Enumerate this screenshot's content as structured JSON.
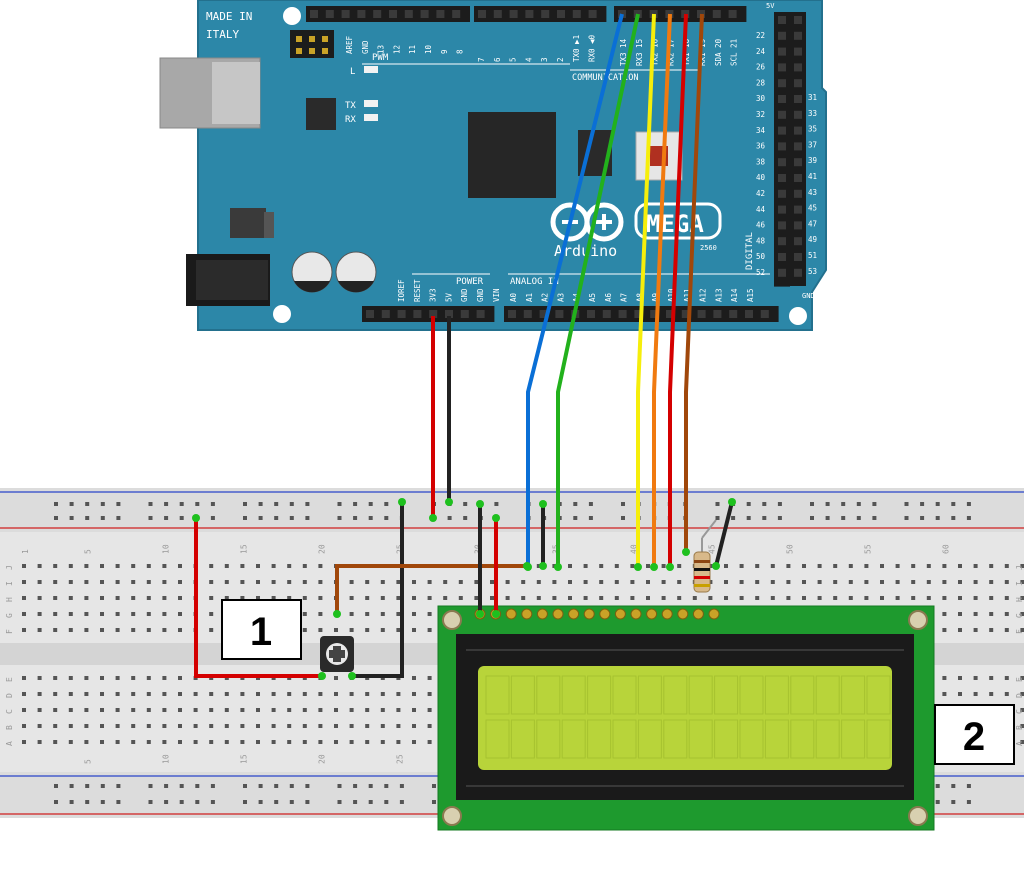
{
  "board": {
    "made_in": [
      "MADE IN",
      "ITALY"
    ],
    "brand": "Arduino",
    "model": "MEGA",
    "model_number": "2560",
    "top_pin_labels": [
      "AREF",
      "GND",
      "13",
      "12",
      "11",
      "10",
      "9",
      "8"
    ],
    "top_pin_labels2": [
      "7",
      "6",
      "5",
      "4",
      "3",
      "2",
      "TX0 ▶1",
      "RX0 ◀0"
    ],
    "comm_pin_labels": [
      "TX3 14",
      "RX3 15",
      "TX2 16",
      "RX2 17",
      "TX1 18",
      "RX1 19",
      "SDA 20",
      "SCL 21"
    ],
    "pwm_label": "PWM",
    "communication_label": "COMMUNICATION",
    "led_labels": [
      "L",
      "TX",
      "RX"
    ],
    "power_label": "POWER",
    "power_pin_labels": [
      "IOREF",
      "RESET",
      "3V3",
      "5V",
      "GND",
      "GND",
      "VIN"
    ],
    "analog_label": "ANALOG IN",
    "analog_pin_labels": [
      "A0",
      "A1",
      "A2",
      "A3",
      "A4",
      "A5",
      "A6",
      "A7",
      "A8",
      "A9",
      "A10",
      "A11",
      "A12",
      "A13",
      "A14",
      "A15"
    ],
    "digital_label": "DIGITAL",
    "digital_left": [
      "22",
      "24",
      "26",
      "28",
      "30",
      "32",
      "34",
      "36",
      "38",
      "40",
      "42",
      "44",
      "46",
      "48",
      "50",
      "52"
    ],
    "digital_right": [
      "31",
      "33",
      "35",
      "37",
      "39",
      "41",
      "43",
      "45",
      "47",
      "49",
      "51",
      "53"
    ],
    "header_5v": "5V",
    "header_gnd": "GND"
  },
  "breadboard": {
    "column_numbers_top": [
      "1",
      "5",
      "10",
      "15",
      "20",
      "25",
      "30",
      "35",
      "40",
      "45",
      "50",
      "55",
      "60"
    ],
    "column_numbers_bottom": [
      "5",
      "10",
      "15",
      "20",
      "25"
    ],
    "row_letters_upper": [
      "J",
      "I",
      "H",
      "G",
      "F"
    ],
    "row_letters_lower": [
      "E",
      "D",
      "C",
      "B",
      "A"
    ]
  },
  "callouts": [
    {
      "label": "1",
      "target": "potentiometer"
    },
    {
      "label": "2",
      "target": "lcd-16x2"
    }
  ],
  "wires": [
    {
      "name": "wire-5v",
      "color": "#d40000"
    },
    {
      "name": "wire-gnd",
      "color": "#222222"
    },
    {
      "name": "wire-blue",
      "color": "#0a6fd6"
    },
    {
      "name": "wire-green",
      "color": "#22b11c"
    },
    {
      "name": "wire-yellow",
      "color": "#f6ee0b"
    },
    {
      "name": "wire-orange",
      "color": "#f07a10"
    },
    {
      "name": "wire-red",
      "color": "#d40000"
    },
    {
      "name": "wire-brown",
      "color": "#a0470a"
    }
  ],
  "colors": {
    "board": "#2c87a8",
    "breadboard": "#e6e6e6",
    "lcd_pcb": "#1e9a2e",
    "lcd_screen": "#b8d43a"
  }
}
